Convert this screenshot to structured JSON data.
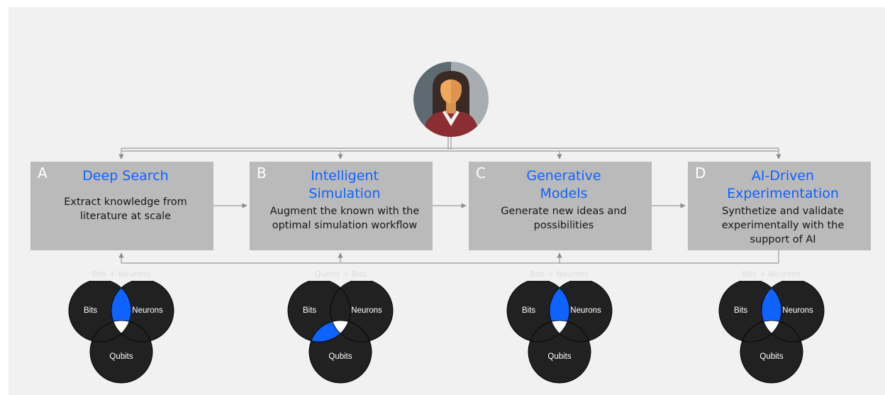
{
  "colors": {
    "panel_bg": "#f1f1f1",
    "box_bg": "#bababa",
    "title_blue": "#0f62fe",
    "circle_fill": "#212121",
    "connector": "#8d8d8d"
  },
  "avatar": {
    "icon": "person-avatar-icon"
  },
  "steps": [
    {
      "letter": "A",
      "title": "Deep Search",
      "description": "Extract knowledge from\nliterature at scale",
      "caption": "Bits + Neurons",
      "venn": {
        "labels": [
          "Bits",
          "Neurons",
          "Qubits"
        ],
        "highlight": "bits-neurons"
      }
    },
    {
      "letter": "B",
      "title": "Intelligent\nSimulation",
      "description": "Augment the known with the\noptimal simulation workflow",
      "caption": "Qubits + Bits",
      "venn": {
        "labels": [
          "Bits",
          "Neurons",
          "Qubits"
        ],
        "highlight": "bits-qubits"
      }
    },
    {
      "letter": "C",
      "title": "Generative\nModels",
      "description": "Generate new ideas and\npossibilities",
      "caption": "Bits + Neurons",
      "venn": {
        "labels": [
          "Bits",
          "Neurons",
          "Qubits"
        ],
        "highlight": "bits-neurons"
      }
    },
    {
      "letter": "D",
      "title": "AI-Driven\nExperimentation",
      "description": "Synthetize and validate\nexperimentally with the\nsupport of AI",
      "caption": "Bits + Neurons",
      "venn": {
        "labels": [
          "Bits",
          "Neurons",
          "Qubits"
        ],
        "highlight": "bits-neurons"
      }
    }
  ]
}
